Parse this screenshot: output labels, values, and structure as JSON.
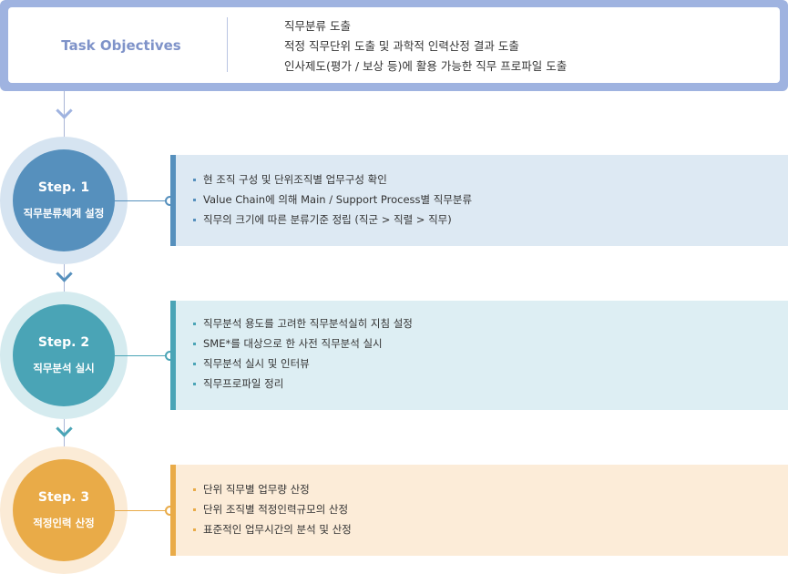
{
  "objectives": {
    "title": "Task Objectives",
    "items": [
      "직무분류 도출",
      "적정 직무단위 도출 및 과학적 인력산정 결과 도출",
      "인사제도(평가 / 보상 등)에 활용 가능한 직무 프로파일 도출"
    ]
  },
  "colors": {
    "objectives_frame": "#9fb3e0",
    "step1": "#5690bd",
    "step2": "#4aa4b6",
    "step3": "#e9ab48"
  },
  "steps": [
    {
      "number": "Step. 1",
      "name": "직무분류체계 설정",
      "items": [
        "현 조직 구성 및 단위조직별 업무구성 확인",
        "Value Chain에 의해 Main / Support Process별 직무분류",
        "직무의 크기에 따른 분류기준 정립 (직군 > 직렬 > 직무)"
      ]
    },
    {
      "number": "Step. 2",
      "name": "직무분석 실시",
      "items": [
        "직무분석 용도를 고려한 직무분석실히 지침 설정",
        "SME*를 대상으로 한 사전 직무분석 실시",
        "직무분석 실시 및 인터뷰",
        "직무프로파일 정리"
      ]
    },
    {
      "number": "Step. 3",
      "name": "적정인력 산정",
      "items": [
        "단위 직무별 업무량 산정",
        "단위 조직별 적정인력규모의 산정",
        "표준적인 업무시간의 분석 및 산정"
      ]
    }
  ]
}
